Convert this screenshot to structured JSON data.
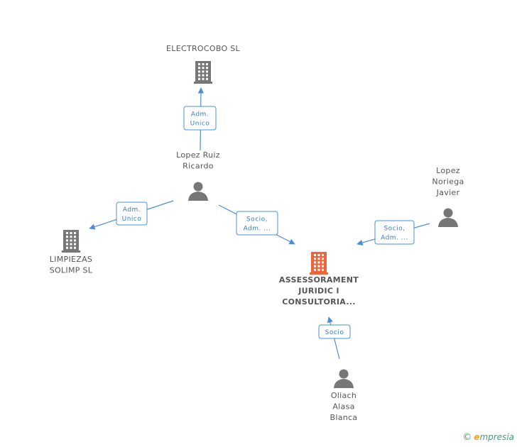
{
  "nodes": [
    {
      "id": "electrocobo",
      "type": "company",
      "lines": [
        "ELECTROCOBO SL"
      ],
      "color": "#777777"
    },
    {
      "id": "lopez-ruiz",
      "type": "person",
      "lines": [
        "Lopez Ruiz",
        "Ricardo"
      ],
      "color": "#777777"
    },
    {
      "id": "limpiezas",
      "type": "company",
      "lines": [
        "LIMPIEZAS",
        "SOLIMP SL"
      ],
      "color": "#777777"
    },
    {
      "id": "assessorament",
      "type": "company-main",
      "lines": [
        "ASSESSORAMENT",
        "JURIDIC I",
        "CONSULTORIA..."
      ],
      "color": "#f0643c"
    },
    {
      "id": "lopez-noriega",
      "type": "person",
      "lines": [
        "Lopez",
        "Noriega",
        "Javier"
      ],
      "color": "#777777"
    },
    {
      "id": "oliach",
      "type": "person",
      "lines": [
        "Oliach",
        "Alasa",
        "Blanca"
      ],
      "color": "#777777"
    }
  ],
  "edges": [
    {
      "from": "lopez-ruiz",
      "to": "electrocobo",
      "label": [
        "Adm.",
        "Unico"
      ]
    },
    {
      "from": "lopez-ruiz",
      "to": "limpiezas",
      "label": [
        "Adm.",
        "Unico"
      ]
    },
    {
      "from": "lopez-ruiz",
      "to": "assessorament",
      "label": [
        "Socio,",
        "Adm. ..."
      ]
    },
    {
      "from": "lopez-noriega",
      "to": "assessorament",
      "label": [
        "Socio,",
        "Adm. ..."
      ]
    },
    {
      "from": "oliach",
      "to": "assessorament",
      "label": [
        "Socio"
      ]
    }
  ],
  "watermark": {
    "copyright": "©",
    "brand_initial": "e",
    "brand_rest": "mpresia"
  },
  "colors": {
    "edge": "#4a8fd6",
    "company": "#777777",
    "main_company": "#f0643c",
    "person": "#777777"
  }
}
